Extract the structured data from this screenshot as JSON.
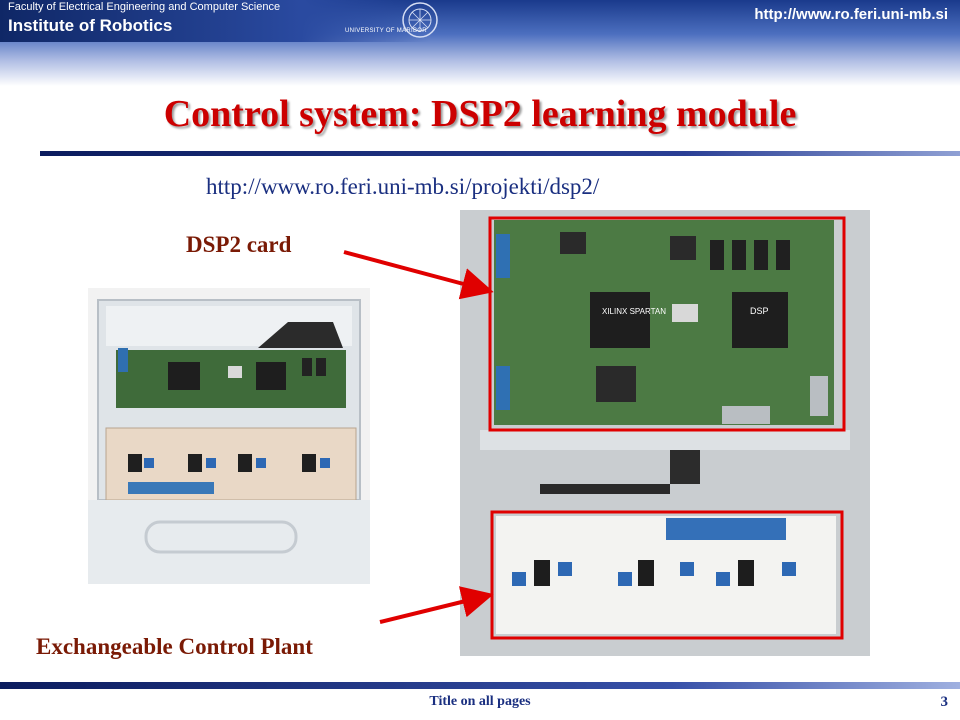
{
  "header": {
    "faculty": "Faculty of Electrical Engineering and Computer Science",
    "institute": "Institute of Robotics",
    "university": "UNIVERSITY OF MARIBOR",
    "site_url": "http://www.ro.feri.uni-mb.si",
    "logo_icon": "university-seal-icon"
  },
  "slide": {
    "title": "Control system: DSP2 learning module",
    "project_url": "http://www.ro.feri.uni-mb.si/projekti/dsp2/",
    "label_card": "DSP2 card",
    "label_plant": "Exchangeable Control Plant",
    "chip_labels": [
      "XILINX SPARTAN",
      "DSP"
    ]
  },
  "footer": {
    "text": "Title on all pages",
    "page": "3"
  },
  "colors": {
    "title": "#cc0000",
    "label": "#7a1a05",
    "url": "#1a2f80",
    "arrow": "#e00000",
    "banner": "#1a3a8c"
  }
}
